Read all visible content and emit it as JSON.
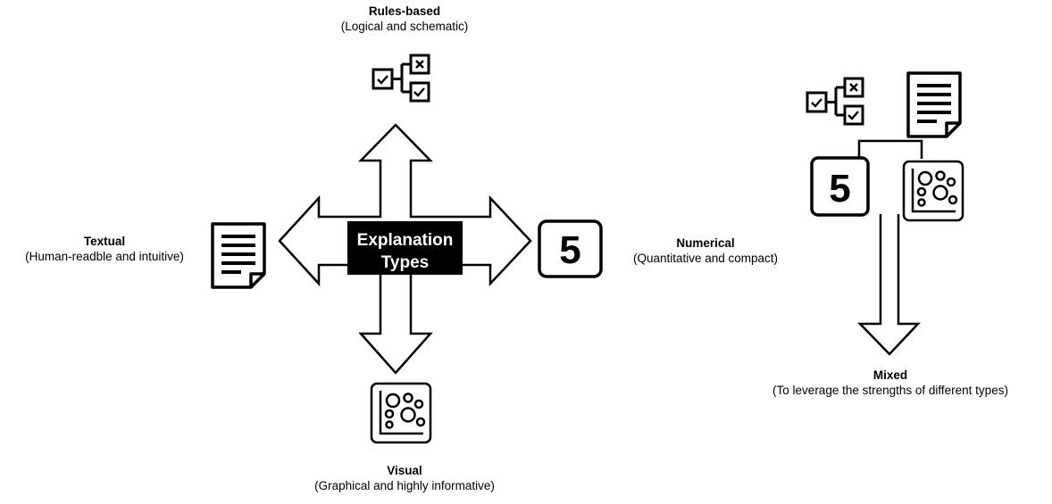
{
  "center": {
    "line1": "Explanation",
    "line2": "Types"
  },
  "types": {
    "rules": {
      "title": "Rules-based",
      "subtitle": "(Logical and schematic)",
      "icon": "rule-tree-icon"
    },
    "textual": {
      "title": "Textual",
      "subtitle": "(Human-readble and intuitive)",
      "icon": "document-icon"
    },
    "numerical": {
      "title": "Numerical",
      "subtitle": "(Quantitative and compact)",
      "icon": "number-icon",
      "glyph": "5"
    },
    "visual": {
      "title": "Visual",
      "subtitle": "(Graphical and highly informative)",
      "icon": "scatter-chart-icon"
    },
    "mixed": {
      "title": "Mixed",
      "subtitle": "(To leverage the strengths of different types)",
      "icon": "combined-icons"
    }
  }
}
